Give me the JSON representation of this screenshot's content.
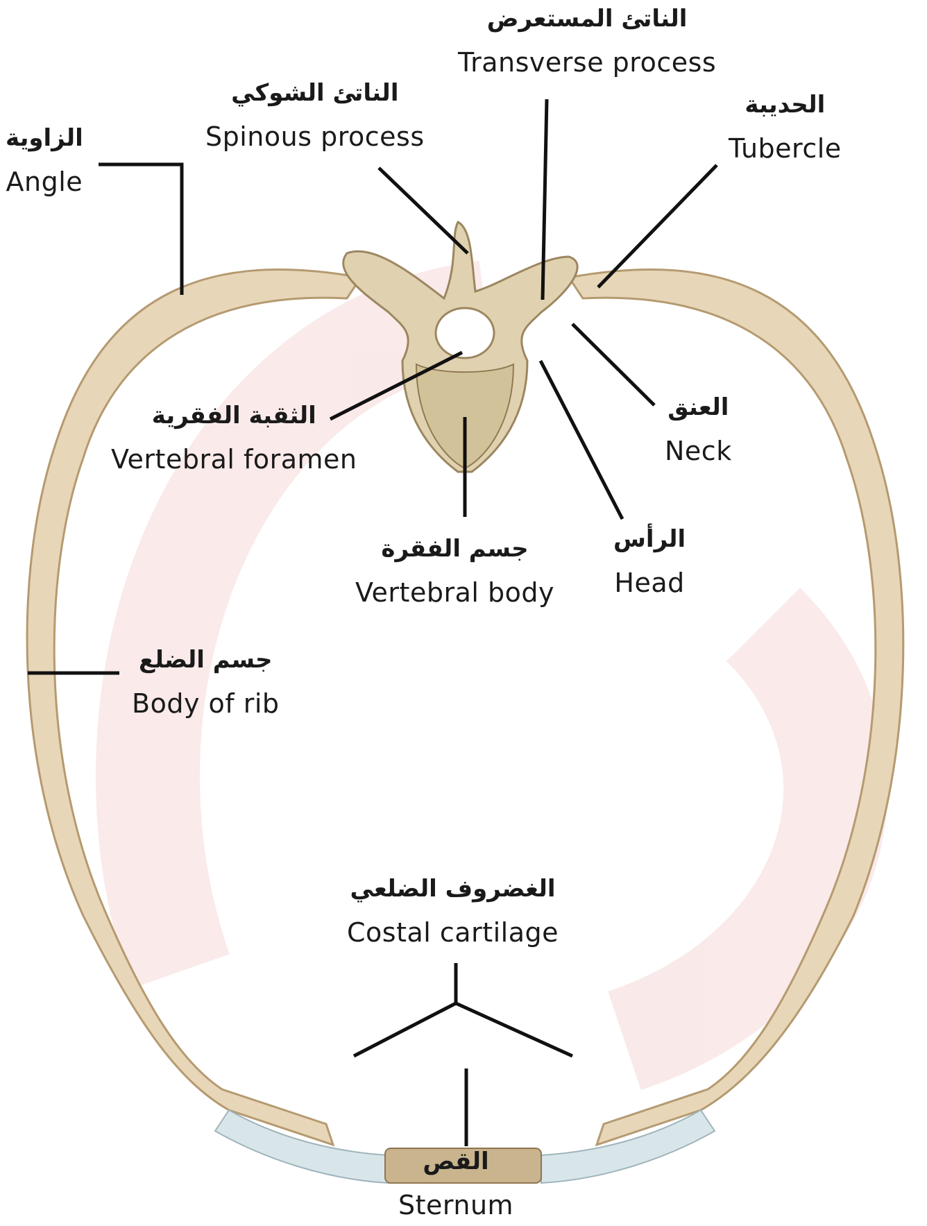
{
  "labels": {
    "transverse_process": {
      "ar": "الناتئ المستعرض",
      "en": "Transverse process"
    },
    "spinous_process": {
      "ar": "الناتئ الشوكي",
      "en": "Spinous process"
    },
    "tubercle": {
      "ar": "الحديبة",
      "en": "Tubercle"
    },
    "angle": {
      "ar": "الزاوية",
      "en": "Angle"
    },
    "vertebral_foramen": {
      "ar": "الثقبة الفقرية",
      "en": "Vertebral foramen"
    },
    "neck": {
      "ar": "العنق",
      "en": "Neck"
    },
    "head": {
      "ar": "الرأس",
      "en": "Head"
    },
    "vertebral_body": {
      "ar": "جسم الفقرة",
      "en": "Vertebral body"
    },
    "body_of_rib": {
      "ar": "جسم الضلع",
      "en": "Body of rib"
    },
    "costal_cartilage": {
      "ar": "الغضروف الضلعي",
      "en": "Costal cartilage"
    },
    "sternum": {
      "ar": "القص",
      "en": "Sternum"
    }
  },
  "colors": {
    "bone": "#e8d6b8",
    "bone_edge": "#b59a70",
    "cartilage": "#d8e6ea",
    "sternum": "#c9b48e",
    "leader_line": "#111111",
    "watermark": "#f6dcdc"
  }
}
